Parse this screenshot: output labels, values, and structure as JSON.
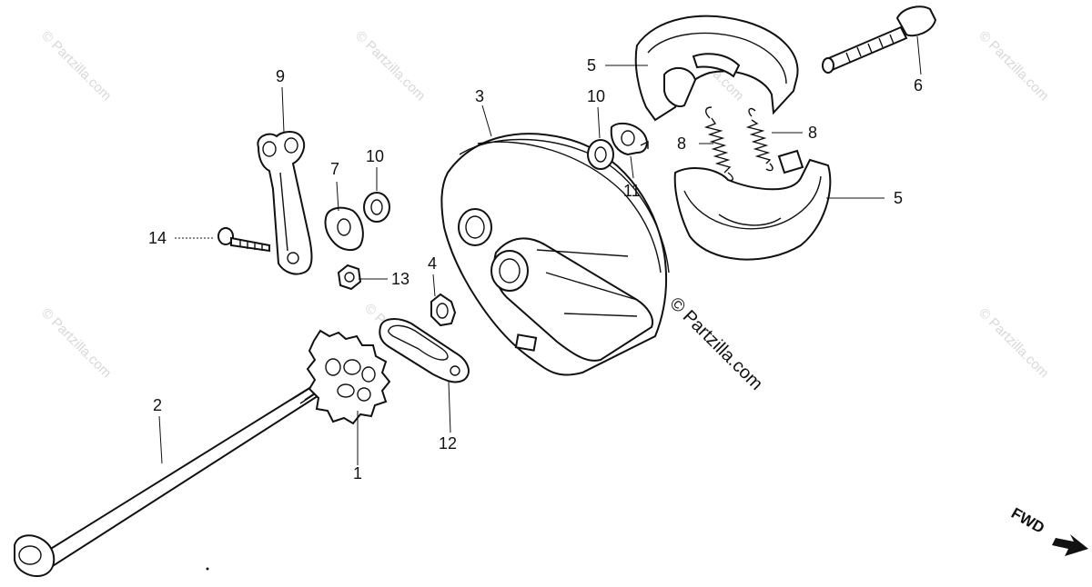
{
  "diagram": {
    "callouts": [
      {
        "id": "c1",
        "text": "1"
      },
      {
        "id": "c2",
        "text": "2"
      },
      {
        "id": "c3",
        "text": "3"
      },
      {
        "id": "c4",
        "text": "4"
      },
      {
        "id": "c5a",
        "text": "5"
      },
      {
        "id": "c5b",
        "text": "5"
      },
      {
        "id": "c6",
        "text": "6"
      },
      {
        "id": "c7",
        "text": "7"
      },
      {
        "id": "c8a",
        "text": "8"
      },
      {
        "id": "c8b",
        "text": "8"
      },
      {
        "id": "c9",
        "text": "9"
      },
      {
        "id": "c10a",
        "text": "10"
      },
      {
        "id": "c10b",
        "text": "10"
      },
      {
        "id": "c11",
        "text": "11"
      },
      {
        "id": "c12",
        "text": "12"
      },
      {
        "id": "c13",
        "text": "13"
      },
      {
        "id": "c14",
        "text": "14"
      }
    ],
    "watermark_main": "© Partzilla.com",
    "watermark_faint": "© Partzilla.com",
    "direction_label": "FWD"
  }
}
